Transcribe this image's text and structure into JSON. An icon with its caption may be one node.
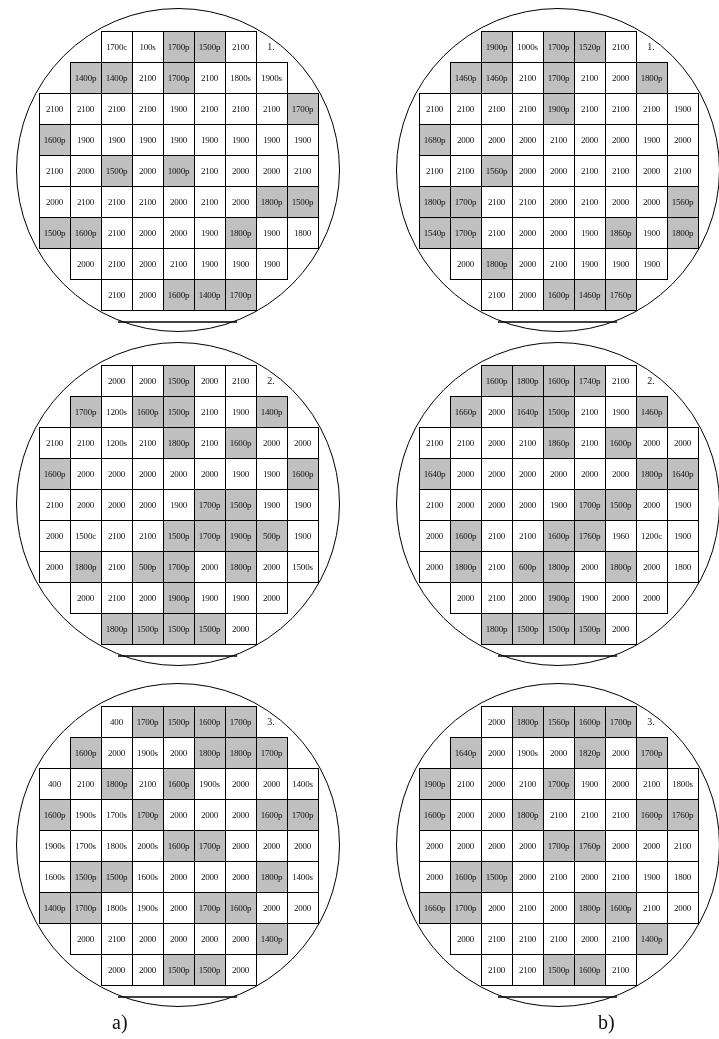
{
  "diagram": {
    "nodes": [
      {
        "text": [
          "1."
        ]
      },
      {
        "text": [
          "1700c"
        ],
        "in": 0
      },
      {
        "text": [
          "100s"
        ],
        "in": 0
      },
      {
        "text": [
          "1700p"
        ],
        "in": 0
      },
      {
        "text": [
          "1500p"
        ],
        "in": 0
      },
      {
        "text": [
          "2100"
        ],
        "in": 0
      },
      {
        "text": [
          "1400p"
        ],
        "in": 0
      },
      {
        "text": [
          "1400p"
        ],
        "in": 0
      },
      {
        "text": [
          "2100"
        ],
        "in": 0
      },
      {
        "text": [
          "1700p"
        ],
        "in": 0
      },
      {
        "text": [
          "2100"
        ],
        "in": 0
      },
      {
        "text": [
          "1800s"
        ],
        "in": 0
      },
      {
        "text": [
          "1900s"
        ],
        "in": 0
      },
      {
        "text": [
          "2100"
        ],
        "in": 0
      },
      {
        "text": [
          "2100"
        ],
        "in": 0
      },
      {
        "text": [
          "2100"
        ],
        "in": 0
      },
      {
        "text": [
          "2100"
        ],
        "in": 0
      },
      {
        "text": [
          "1900"
        ],
        "in": 0
      },
      {
        "text": [
          "2100"
        ],
        "in": 0
      },
      {
        "text": [
          "2100"
        ],
        "in": 0
      },
      {
        "text": [
          "2100"
        ],
        "in": 0
      },
      {
        "text": [
          "1700p"
        ],
        "in": 0
      },
      {
        "text": [
          "1600p"
        ],
        "in": 0
      },
      {
        "text": [
          "1900"
        ],
        "in": 0
      },
      {
        "text": [
          "1900"
        ],
        "in": 0
      },
      {
        "text": [
          "1900"
        ],
        "in": 0
      },
      {
        "text": [
          "1900"
        ],
        "in": 0
      },
      {
        "text": [
          "1900"
        ],
        "in": 0
      },
      {
        "text": [
          "1900"
        ],
        "in": 0
      },
      {
        "text": [
          "1900"
        ],
        "in": 0
      },
      {
        "text": [
          "1900"
        ],
        "in": 0
      },
      {
        "text": [
          "2100"
        ],
        "in": 0
      },
      {
        "text": [
          "2000"
        ],
        "in": 0
      },
      {
        "text": [
          "1500p"
        ],
        "in": 0
      },
      {
        "text": [
          "2000"
        ],
        "in": 0
      },
      {
        "text": [
          "1000p"
        ],
        "in": 0
      },
      {
        "text": [
          "2100"
        ],
        "in": 0
      },
      {
        "text": [
          "2000"
        ],
        "in": 0
      },
      {
        "text": [
          "2000"
        ],
        "in": 0
      },
      {
        "text": [
          "2100"
        ],
        "in": 0
      },
      {
        "text": [
          "2000"
        ],
        "in": 0
      },
      {
        "text": [
          "2100"
        ],
        "in": 0
      },
      {
        "text": [
          "2100"
        ],
        "in": 0
      },
      {
        "text": [
          "2100"
        ],
        "in": 0
      },
      {
        "text": [
          "2000"
        ],
        "in": 0
      },
      {
        "text": [
          "2100"
        ],
        "in": 0
      },
      {
        "text": [
          "2000"
        ],
        "in": 0
      },
      {
        "text": [
          "1800p"
        ],
        "in": 0
      },
      {
        "text": [
          "1500p"
        ],
        "in": 0
      },
      {
        "text": [
          "1500p"
        ],
        "in": 0
      },
      {
        "text": [
          "1600p"
        ],
        "in": 0
      },
      {
        "text": [
          "2100"
        ],
        "in": 0
      },
      {
        "text": [
          "2000"
        ],
        "in": 0
      },
      {
        "text": [
          "2000"
        ],
        "in": 0
      },
      {
        "text": [
          "1900"
        ],
        "in": 0
      },
      {
        "text": [
          "1800p"
        ],
        "in": 0
      },
      {
        "text": [
          "1900"
        ],
        "in": 0
      },
      {
        "text": [
          "1800"
        ],
        "in": 0
      },
      {
        "text": [
          "2000"
        ],
        "in": 0
      },
      {
        "text": [
          "2100"
        ],
        "in": 0
      },
      {
        "text": [
          "2000"
        ],
        "in": 0
      },
      {
        "text": [
          "2100"
        ],
        "in": 0
      },
      {
        "text": [
          "1900"
        ],
        "in": 0
      },
      {
        "text": [
          "1900"
        ],
        "in": 0
      },
      {
        "text": [
          "1900"
        ],
        "in": 0
      },
      {
        "text": [
          "2100"
        ],
        "in": 0
      },
      {
        "text": [
          "2000"
        ],
        "in": 0
      },
      {
        "text": [
          "1600p"
        ],
        "in": 0
      },
      {
        "text": [
          "1400p"
        ],
        "in": 0
      },
      {
        "text": [
          "1700p"
        ],
        "in": 0
      },
      {
        "text": [
          "1."
        ]
      },
      {
        "text": [
          "1900p"
        ],
        "in": 70
      },
      {
        "text": [
          "1000s"
        ],
        "in": 70
      },
      {
        "text": [
          "1700p"
        ],
        "in": 70
      },
      {
        "text": [
          "1520p"
        ],
        "in": 70
      },
      {
        "text": [
          "2100"
        ],
        "in": 70
      },
      {
        "text": [
          "1460p"
        ],
        "in": 70
      },
      {
        "text": [
          "1460p"
        ],
        "in": 70
      },
      {
        "text": [
          "2100"
        ],
        "in": 70
      },
      {
        "text": [
          "1700p"
        ],
        "in": 70
      },
      {
        "text": [
          "2100"
        ],
        "in": 70
      },
      {
        "text": [
          "2000"
        ],
        "in": 70
      },
      {
        "text": [
          "1800p"
        ],
        "in": 70
      },
      {
        "text": [
          "2100"
        ],
        "in": 70
      },
      {
        "text": [
          "2100"
        ],
        "in": 70
      },
      {
        "text": [
          "2100"
        ],
        "in": 70
      },
      {
        "text": [
          "2100"
        ],
        "in": 70
      },
      {
        "text": [
          "1900p"
        ],
        "in": 70
      },
      {
        "text": [
          "2100"
        ],
        "in": 70
      },
      {
        "text": [
          "2100"
        ],
        "in": 70
      },
      {
        "text": [
          "2100"
        ],
        "in": 70
      },
      {
        "text": [
          "1900"
        ],
        "in": 70
      },
      {
        "text": [
          "1680p"
        ],
        "in": 70
      },
      {
        "text": [
          "2000"
        ],
        "in": 70
      },
      {
        "text": [
          "2000"
        ],
        "in": 70
      },
      {
        "text": [
          "2000"
        ],
        "in": 70
      },
      {
        "text": [
          "2100"
        ],
        "in": 70
      },
      {
        "text": [
          "2000"
        ],
        "in": 70
      },
      {
        "text": [
          "2000"
        ],
        "in": 70
      },
      {
        "text": [
          "1900"
        ],
        "in": 70
      },
      {
        "text": [
          "2000"
        ],
        "in": 70
      },
      {
        "text": [
          "2100"
        ],
        "in": 70
      },
      {
        "text": [
          "2100"
        ],
        "in": 70
      },
      {
        "text": [
          "1560p"
        ],
        "in": 70
      },
      {
        "text": [
          "2000"
        ],
        "in": 70
      },
      {
        "text": [
          "2000"
        ],
        "in": 70
      },
      {
        "text": [
          "2100"
        ],
        "in": 70
      },
      {
        "text": [
          "2100"
        ],
        "in": 70
      },
      {
        "text": [
          "2000"
        ],
        "in": 70
      },
      {
        "text": [
          "2100"
        ],
        "in": 70
      },
      {
        "text": [
          "1800p"
        ],
        "in": 70
      },
      {
        "text": [
          "1700p"
        ],
        "in": 70
      },
      {
        "text": [
          "2100"
        ],
        "in": 70
      },
      {
        "text": [
          "2100"
        ],
        "in": 70
      },
      {
        "text": [
          "2000"
        ],
        "in": 70
      },
      {
        "text": [
          "2100"
        ],
        "in": 70
      },
      {
        "text": [
          "2000"
        ],
        "in": 70
      },
      {
        "text": [
          "2000"
        ],
        "in": 70
      },
      {
        "text": [
          "1560p"
        ],
        "in": 70
      },
      {
        "text": [
          "1540p"
        ],
        "in": 70
      },
      {
        "text": [
          "1700p"
        ],
        "in": 70
      },
      {
        "text": [
          "2100"
        ],
        "in": 70
      },
      {
        "text": [
          "2000"
        ],
        "in": 70
      },
      {
        "text": [
          "2000"
        ],
        "in": 70
      },
      {
        "text": [
          "1900"
        ],
        "in": 70
      },
      {
        "text": [
          "1860p"
        ],
        "in": 70
      },
      {
        "text": [
          "1900"
        ],
        "in": 70
      },
      {
        "text": [
          "1800p"
        ],
        "in": 70
      },
      {
        "text": [
          "2000"
        ],
        "in": 70
      },
      {
        "text": [
          "1800p"
        ],
        "in": 70
      },
      {
        "text": [
          "2000"
        ],
        "in": 70
      },
      {
        "text": [
          "2100"
        ],
        "in": 70
      },
      {
        "text": [
          "1900"
        ],
        "in": 70
      },
      {
        "text": [
          "1900"
        ],
        "in": 70
      },
      {
        "text": [
          "1900"
        ],
        "in": 70
      },
      {
        "text": [
          "2100"
        ],
        "in": 70
      },
      {
        "text": [
          "2000"
        ],
        "in": 70
      },
      {
        "text": [
          "1600p"
        ],
        "in": 70
      },
      {
        "text": [
          "1460p"
        ],
        "in": 70
      },
      {
        "text": [
          "1760p"
        ],
        "in": 70
      },
      {
        "text": [
          "2."
        ]
      },
      {
        "text": [
          "2000"
        ],
        "in": 140
      },
      {
        "text": [
          "2000"
        ],
        "in": 140
      },
      {
        "text": [
          "1500p"
        ],
        "in": 140
      },
      {
        "text": [
          "2000"
        ],
        "in": 140
      },
      {
        "text": [
          "2100"
        ],
        "in": 140
      },
      {
        "text": [
          "1700p"
        ],
        "in": 140
      },
      {
        "text": [
          "1200s"
        ],
        "in": 140
      },
      {
        "text": [
          "1600p"
        ],
        "in": 140
      },
      {
        "text": [
          "1500p"
        ],
        "in": 140
      },
      {
        "text": [
          "2100"
        ],
        "in": 140
      },
      {
        "text": [
          "1900"
        ],
        "in": 140
      },
      {
        "text": [
          "1400p"
        ],
        "in": 140
      },
      {
        "text": [
          "2100"
        ],
        "in": 140
      },
      {
        "text": [
          "2100"
        ],
        "in": 140
      },
      {
        "text": [
          "1200s"
        ],
        "in": 140
      },
      {
        "text": [
          "2100"
        ],
        "in": 140
      },
      {
        "text": [
          "1800p"
        ],
        "in": 140
      },
      {
        "text": [
          "2100"
        ],
        "in": 140
      },
      {
        "text": [
          "1600p"
        ],
        "in": 140
      },
      {
        "text": [
          "2000"
        ],
        "in": 140
      },
      {
        "text": [
          "2000"
        ],
        "in": 140
      },
      {
        "text": [
          "1600p"
        ],
        "in": 140
      },
      {
        "text": [
          "2000"
        ],
        "in": 140
      },
      {
        "text": [
          "2000"
        ],
        "in": 140
      },
      {
        "text": [
          "2000"
        ],
        "in": 140
      },
      {
        "text": [
          "2000"
        ],
        "in": 140
      },
      {
        "text": [
          "2000"
        ],
        "in": 140
      },
      {
        "text": [
          "1900"
        ],
        "in": 140
      },
      {
        "text": [
          "1900"
        ],
        "in": 140
      },
      {
        "text": [
          "1600p"
        ],
        "in": 140
      },
      {
        "text": [
          "2100"
        ],
        "in": 140
      },
      {
        "text": [
          "2000"
        ],
        "in": 140
      },
      {
        "text": [
          "2000"
        ],
        "in": 140
      },
      {
        "text": [
          "2000"
        ],
        "in": 140
      },
      {
        "text": [
          "1900"
        ],
        "in": 140
      },
      {
        "text": [
          "1700p"
        ],
        "in": 140
      },
      {
        "text": [
          "1500p"
        ],
        "in": 140
      },
      {
        "text": [
          "1900"
        ],
        "in": 140
      },
      {
        "text": [
          "1900"
        ],
        "in": 140
      },
      {
        "text": [
          "2000"
        ],
        "in": 140
      },
      {
        "text": [
          "1500c"
        ],
        "in": 140
      },
      {
        "text": [
          "2100"
        ],
        "in": 140
      },
      {
        "text": [
          "2100"
        ],
        "in": 140
      },
      {
        "text": [
          "1500p"
        ],
        "in": 140
      },
      {
        "text": [
          "1700p"
        ],
        "in": 140
      },
      {
        "text": [
          "1900p"
        ],
        "in": 140
      },
      {
        "text": [
          "500p"
        ],
        "in": 140
      },
      {
        "text": [
          "1900"
        ],
        "in": 140
      },
      {
        "text": [
          "2000"
        ],
        "in": 140
      },
      {
        "text": [
          "1800p"
        ],
        "in": 140
      },
      {
        "text": [
          "2100"
        ],
        "in": 140
      },
      {
        "text": [
          "500p"
        ],
        "in": 140
      },
      {
        "text": [
          "1700p"
        ],
        "in": 140
      },
      {
        "text": [
          "2000"
        ],
        "in": 140
      },
      {
        "text": [
          "1800p"
        ],
        "in": 140
      },
      {
        "text": [
          "2000"
        ],
        "in": 140
      },
      {
        "text": [
          "1500s"
        ],
        "in": 140
      },
      {
        "text": [
          "2000"
        ],
        "in": 140
      },
      {
        "text": [
          "2100"
        ],
        "in": 140
      },
      {
        "text": [
          "2000"
        ],
        "in": 140
      },
      {
        "text": [
          "1900p"
        ],
        "in": 140
      },
      {
        "text": [
          "1900"
        ],
        "in": 140
      },
      {
        "text": [
          "1900"
        ],
        "in": 140
      },
      {
        "text": [
          "2000"
        ],
        "in": 140
      },
      {
        "text": [
          "1800p"
        ],
        "in": 140
      },
      {
        "text": [
          "1500p"
        ],
        "in": 140
      },
      {
        "text": [
          "1500p"
        ],
        "in": 140
      },
      {
        "text": [
          "1500p"
        ],
        "in": 140
      },
      {
        "text": [
          "2000"
        ],
        "in": 140
      },
      {
        "text": [
          "2."
        ]
      },
      {
        "text": [
          "1600p"
        ],
        "in": 210
      },
      {
        "text": [
          "1800p"
        ],
        "in": 210
      },
      {
        "text": [
          "1600p"
        ],
        "in": 210
      },
      {
        "text": [
          "1740p"
        ],
        "in": 210
      },
      {
        "text": [
          "2100"
        ],
        "in": 210
      },
      {
        "text": [
          "1660p"
        ],
        "in": 210
      },
      {
        "text": [
          "2000"
        ],
        "in": 210
      },
      {
        "text": [
          "1640p"
        ],
        "in": 210
      },
      {
        "text": [
          "1500p"
        ],
        "in": 210
      },
      {
        "text": [
          "2100"
        ],
        "in": 210
      },
      {
        "text": [
          "1900"
        ],
        "in": 210
      },
      {
        "text": [
          "1460p"
        ],
        "in": 210
      },
      {
        "text": [
          "2100"
        ],
        "in": 210
      },
      {
        "text": [
          "2100"
        ],
        "in": 210
      },
      {
        "text": [
          "2000"
        ],
        "in": 210
      },
      {
        "text": [
          "2100"
        ],
        "in": 210
      },
      {
        "text": [
          "1860p"
        ],
        "in": 210
      },
      {
        "text": [
          "2100"
        ],
        "in": 210
      },
      {
        "text": [
          "1600p"
        ],
        "in": 210
      },
      {
        "text": [
          "2000"
        ],
        "in": 210
      },
      {
        "text": [
          "2000"
        ],
        "in": 210
      },
      {
        "text": [
          "1640p"
        ],
        "in": 210
      },
      {
        "text": [
          "2000"
        ],
        "in": 210
      },
      {
        "text": [
          "2000"
        ],
        "in": 210
      },
      {
        "text": [
          "2000"
        ],
        "in": 210
      },
      {
        "text": [
          "2000"
        ],
        "in": 210
      },
      {
        "text": [
          "2000"
        ],
        "in": 210
      },
      {
        "text": [
          "2000"
        ],
        "in": 210
      },
      {
        "text": [
          "1800p"
        ],
        "in": 210
      },
      {
        "text": [
          "1640p"
        ],
        "in": 210
      },
      {
        "text": [
          "2100"
        ],
        "in": 210
      },
      {
        "text": [
          "2000"
        ],
        "in": 210
      },
      {
        "text": [
          "2000"
        ],
        "in": 210
      },
      {
        "text": [
          "2000"
        ],
        "in": 210
      },
      {
        "text": [
          "1900"
        ],
        "in": 210
      },
      {
        "text": [
          "1700p"
        ],
        "in": 210
      },
      {
        "text": [
          "1500p"
        ],
        "in": 210
      },
      {
        "text": [
          "2000"
        ],
        "in": 210
      },
      {
        "text": [
          "1900"
        ],
        "in": 210
      },
      {
        "text": [
          "2000"
        ],
        "in": 210
      },
      {
        "text": [
          "1600p"
        ],
        "in": 210
      },
      {
        "text": [
          "2100"
        ],
        "in": 210
      },
      {
        "text": [
          "2100"
        ],
        "in": 210
      },
      {
        "text": [
          "1600p"
        ],
        "in": 210
      },
      {
        "text": [
          "1760p"
        ],
        "in": 210
      },
      {
        "text": [
          "1960"
        ],
        "in": 210
      },
      {
        "text": [
          "1200c"
        ],
        "in": 210
      },
      {
        "text": [
          "1900"
        ],
        "in": 210
      },
      {
        "text": [
          "2000"
        ],
        "in": 210
      },
      {
        "text": [
          "1800p"
        ],
        "in": 210
      },
      {
        "text": [
          "2100"
        ],
        "in": 210
      },
      {
        "text": [
          "600p"
        ],
        "in": 210
      },
      {
        "text": [
          "1800p"
        ],
        "in": 210
      },
      {
        "text": [
          "2000"
        ],
        "in": 210
      },
      {
        "text": [
          "1800p"
        ],
        "in": 210
      },
      {
        "text": [
          "2000"
        ],
        "in": 210
      },
      {
        "text": [
          "1800"
        ],
        "in": 210
      },
      {
        "text": [
          "2000"
        ],
        "in": 210
      },
      {
        "text": [
          "2100"
        ],
        "in": 210
      },
      {
        "text": [
          "2000"
        ],
        "in": 210
      },
      {
        "text": [
          "1900p"
        ],
        "in": 210
      },
      {
        "text": [
          "1900"
        ],
        "in": 210
      },
      {
        "text": [
          "2000"
        ],
        "in": 210
      },
      {
        "text": [
          "2000"
        ],
        "in": 210
      },
      {
        "text": [
          "1800p"
        ],
        "in": 210
      },
      {
        "text": [
          "1500p"
        ],
        "in": 210
      },
      {
        "text": [
          "1500p"
        ],
        "in": 210
      },
      {
        "text": [
          "1500p"
        ],
        "in": 210
      },
      {
        "text": [
          "2000"
        ],
        "in": 210
      },
      {
        "text": [
          "3."
        ]
      },
      {
        "text": [
          "400"
        ],
        "in": 280
      },
      {
        "text": [
          "1700p"
        ],
        "in": 280
      },
      {
        "text": [
          "1500p"
        ],
        "in": 280
      },
      {
        "text": [
          "1600p"
        ],
        "in": 280
      },
      {
        "text": [
          "1700p"
        ],
        "in": 280
      },
      {
        "text": [
          "1600p"
        ],
        "in": 280
      },
      {
        "text": [
          "2000"
        ],
        "in": 280
      },
      {
        "text": [
          "1900s"
        ],
        "in": 280
      },
      {
        "text": [
          "2000"
        ],
        "in": 280
      },
      {
        "text": [
          "1800p"
        ],
        "in": 280
      },
      {
        "text": [
          "1800p"
        ],
        "in": 280
      },
      {
        "text": [
          "1700p"
        ],
        "in": 280
      },
      {
        "text": [
          "400"
        ],
        "in": 280
      },
      {
        "text": [
          "2100"
        ],
        "in": 280
      },
      {
        "text": [
          "1800p"
        ],
        "in": 280
      },
      {
        "text": [
          "2100"
        ],
        "in": 280
      },
      {
        "text": [
          "1600p"
        ],
        "in": 280
      },
      {
        "text": [
          "1900s"
        ],
        "in": 280
      },
      {
        "text": [
          "2000"
        ],
        "in": 280
      },
      {
        "text": [
          "2000"
        ],
        "in": 280
      },
      {
        "text": [
          "1400s"
        ],
        "in": 280
      },
      {
        "text": [
          "1600p"
        ],
        "in": 280
      },
      {
        "text": [
          "1900s"
        ],
        "in": 280
      },
      {
        "text": [
          "1700s"
        ],
        "in": 280
      },
      {
        "text": [
          "1700p"
        ],
        "in": 280
      },
      {
        "text": [
          "2000"
        ],
        "in": 280
      },
      {
        "text": [
          "2000"
        ],
        "in": 280
      },
      {
        "text": [
          "2000"
        ],
        "in": 280
      },
      {
        "text": [
          "1600p"
        ],
        "in": 280
      },
      {
        "text": [
          "1700p"
        ],
        "in": 280
      },
      {
        "text": [
          "1900s"
        ],
        "in": 280
      },
      {
        "text": [
          "1700s"
        ],
        "in": 280
      },
      {
        "text": [
          "1800s"
        ],
        "in": 280
      },
      {
        "text": [
          "2000s"
        ],
        "in": 280
      },
      {
        "text": [
          "1600p"
        ],
        "in": 280
      },
      {
        "text": [
          "1700p"
        ],
        "in": 280
      },
      {
        "text": [
          "2000"
        ],
        "in": 280
      },
      {
        "text": [
          "2000"
        ],
        "in": 280
      },
      {
        "text": [
          "2000"
        ],
        "in": 280
      },
      {
        "text": [
          "1600s"
        ],
        "in": 280
      },
      {
        "text": [
          "1500p"
        ],
        "in": 280
      },
      {
        "text": [
          "1500p"
        ],
        "in": 280
      },
      {
        "text": [
          "1600s"
        ],
        "in": 280
      },
      {
        "text": [
          "2000"
        ],
        "in": 280
      },
      {
        "text": [
          "2000"
        ],
        "in": 280
      },
      {
        "text": [
          "2000"
        ],
        "in": 280
      },
      {
        "text": [
          "1800p"
        ],
        "in": 280
      },
      {
        "text": [
          "1400s"
        ],
        "in": 280
      },
      {
        "text": [
          "1400p"
        ],
        "in": 280
      },
      {
        "text": [
          "1700p"
        ],
        "in": 280
      },
      {
        "text": [
          "1800s"
        ],
        "in": 280
      },
      {
        "text": [
          "1900s"
        ],
        "in": 280
      },
      {
        "text": [
          "2000"
        ],
        "in": 280
      },
      {
        "text": [
          "1700p"
        ],
        "in": 280
      },
      {
        "text": [
          "1600p"
        ],
        "in": 280
      },
      {
        "text": [
          "2000"
        ],
        "in": 280
      },
      {
        "text": [
          "2000"
        ],
        "in": 280
      },
      {
        "text": [
          "2000"
        ],
        "in": 280
      },
      {
        "text": [
          "2100"
        ],
        "in": 280
      },
      {
        "text": [
          "2000"
        ],
        "in": 280
      },
      {
        "text": [
          "2000"
        ],
        "in": 280
      },
      {
        "text": [
          "2000"
        ],
        "in": 280
      },
      {
        "text": [
          "2000"
        ],
        "in": 280
      },
      {
        "text": [
          "1400p"
        ],
        "in": 280
      },
      {
        "text": [
          "2000"
        ],
        "in": 280
      },
      {
        "text": [
          "2000"
        ],
        "in": 280
      },
      {
        "text": [
          "1500p"
        ],
        "in": 280
      },
      {
        "text": [
          "1500p"
        ],
        "in": 280
      },
      {
        "text": [
          "2000"
        ],
        "in": 280
      },
      {
        "text": [
          "3."
        ]
      },
      {
        "text": [
          "2000"
        ],
        "in": 350
      },
      {
        "text": [
          "1800p"
        ],
        "in": 350
      },
      {
        "text": [
          "1560p"
        ],
        "in": 350
      },
      {
        "text": [
          "1600p"
        ],
        "in": 350
      },
      {
        "text": [
          "1700p"
        ],
        "in": 350
      },
      {
        "text": [
          "1640p"
        ],
        "in": 350
      },
      {
        "text": [
          "2000"
        ],
        "in": 350
      },
      {
        "text": [
          "1900s"
        ],
        "in": 350
      },
      {
        "text": [
          "2000"
        ],
        "in": 350
      },
      {
        "text": [
          "1820p"
        ],
        "in": 350
      },
      {
        "text": [
          "2000"
        ],
        "in": 350
      },
      {
        "text": [
          "1700p"
        ],
        "in": 350
      },
      {
        "text": [
          "1900p"
        ],
        "in": 350
      },
      {
        "text": [
          "2100"
        ],
        "in": 350
      },
      {
        "text": [
          "2000"
        ],
        "in": 350
      },
      {
        "text": [
          "2100"
        ],
        "in": 350
      },
      {
        "text": [
          "1700p"
        ],
        "in": 350
      },
      {
        "text": [
          "1900"
        ],
        "in": 350
      },
      {
        "text": [
          "2000"
        ],
        "in": 350
      },
      {
        "text": [
          "2100"
        ],
        "in": 350
      },
      {
        "text": [
          "1800s"
        ],
        "in": 350
      },
      {
        "text": [
          "1600p"
        ],
        "in": 350
      },
      {
        "text": [
          "2000"
        ],
        "in": 350
      },
      {
        "text": [
          "2000"
        ],
        "in": 350
      },
      {
        "text": [
          "1800p"
        ],
        "in": 350
      },
      {
        "text": [
          "2100"
        ],
        "in": 350
      },
      {
        "text": [
          "2100"
        ],
        "in": 350
      },
      {
        "text": [
          "2100"
        ],
        "in": 350
      },
      {
        "text": [
          "1600p"
        ],
        "in": 350
      },
      {
        "text": [
          "1760p"
        ],
        "in": 350
      },
      {
        "text": [
          "2000"
        ],
        "in": 350
      },
      {
        "text": [
          "2000"
        ],
        "in": 350
      },
      {
        "text": [
          "2000"
        ],
        "in": 350
      },
      {
        "text": [
          "2000"
        ],
        "in": 350
      },
      {
        "text": [
          "1700p"
        ],
        "in": 350
      },
      {
        "text": [
          "1760p"
        ],
        "in": 350
      },
      {
        "text": [
          "2000"
        ],
        "in": 350
      },
      {
        "text": [
          "2000"
        ],
        "in": 350
      },
      {
        "text": [
          "2100"
        ],
        "in": 350
      },
      {
        "text": [
          "2000"
        ],
        "in": 350
      },
      {
        "text": [
          "1600p"
        ],
        "in": 350
      },
      {
        "text": [
          "1500p"
        ],
        "in": 350
      },
      {
        "text": [
          "2000"
        ],
        "in": 350
      },
      {
        "text": [
          "2100"
        ],
        "in": 350
      },
      {
        "text": [
          "2000"
        ],
        "in": 350
      },
      {
        "text": [
          "2100"
        ],
        "in": 350
      },
      {
        "text": [
          "1900"
        ],
        "in": 350
      },
      {
        "text": [
          "1800"
        ],
        "in": 350
      },
      {
        "text": [
          "1660p"
        ],
        "in": 350
      },
      {
        "text": [
          "1700p"
        ],
        "in": 350
      },
      {
        "text": [
          "2000"
        ],
        "in": 350
      },
      {
        "text": [
          "2100"
        ],
        "in": 350
      },
      {
        "text": [
          "2000"
        ],
        "in": 350
      },
      {
        "text": [
          "1800p"
        ],
        "in": 350
      },
      {
        "text": [
          "1600p"
        ],
        "in": 350
      },
      {
        "text": [
          "2100"
        ],
        "in": 350
      },
      {
        "text": [
          "2000"
        ],
        "in": 350
      },
      {
        "text": [
          "2000"
        ],
        "in": 350
      },
      {
        "text": [
          "2100"
        ],
        "in": 350
      },
      {
        "text": [
          "2100"
        ],
        "in": 350
      },
      {
        "text": [
          "2100"
        ],
        "in": 350
      },
      {
        "text": [
          "2000"
        ],
        "in": 350
      },
      {
        "text": [
          "2100"
        ],
        "in": 350
      },
      {
        "text": [
          "1400p"
        ],
        "in": 350
      },
      {
        "text": [
          "2100"
        ],
        "in": 350
      },
      {
        "text": [
          "2100"
        ],
        "in": 350
      },
      {
        "text": [
          "1500p"
        ],
        "in": 350
      },
      {
        "text": [
          "1600p"
        ],
        "in": 350
      },
      {
        "text": [
          "2100"
        ],
        "in": 350
      }
    ],
    "labels": [
      "a)",
      "b)"
    ]
  }
}
